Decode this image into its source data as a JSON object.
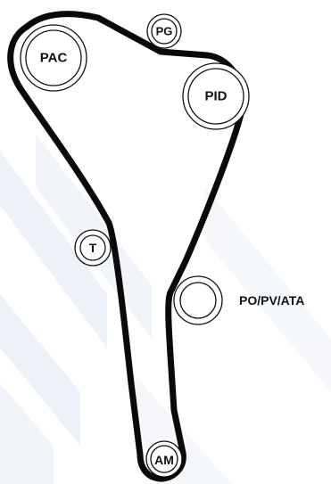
{
  "diagram": {
    "colors": {
      "belt": "#0a0a0a",
      "pulley_stroke": "#111111",
      "watermark": "#d9e5f2"
    },
    "pulleys": [
      {
        "id": "pac",
        "label": "PAC"
      },
      {
        "id": "pg",
        "label": "PG"
      },
      {
        "id": "pid",
        "label": "PID"
      },
      {
        "id": "t",
        "label": "T"
      },
      {
        "id": "po",
        "label": "PO/PV/ATA"
      },
      {
        "id": "am",
        "label": "AM"
      }
    ]
  }
}
